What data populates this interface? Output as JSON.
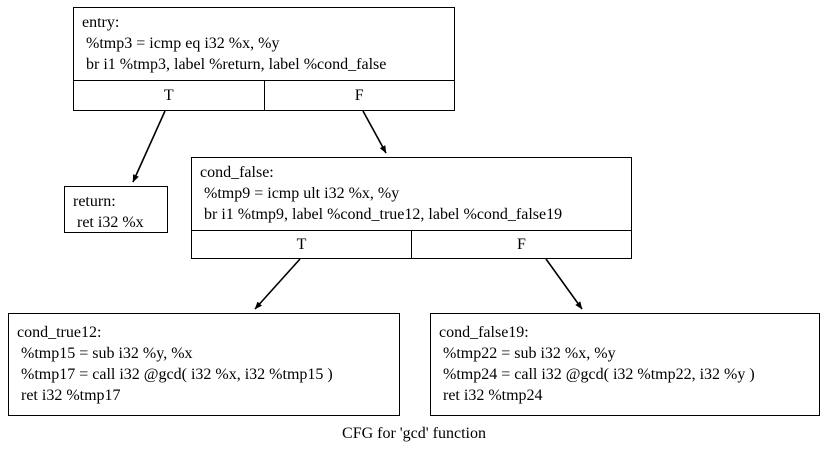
{
  "caption": "CFG for 'gcd' function",
  "nodes": {
    "entry": {
      "label": "entry",
      "lines": [
        "entry:",
        " %tmp3 = icmp eq i32 %x, %y",
        " br i1 %tmp3, label %return, label %cond_false"
      ],
      "ports": {
        "true": "T",
        "false": "F"
      }
    },
    "return": {
      "label": "return",
      "lines": [
        "return:",
        " ret i32 %x"
      ]
    },
    "cond_false": {
      "label": "cond_false",
      "lines": [
        "cond_false:",
        " %tmp9 = icmp ult i32 %x, %y",
        " br i1 %tmp9, label %cond_true12, label %cond_false19"
      ],
      "ports": {
        "true": "T",
        "false": "F"
      }
    },
    "cond_true12": {
      "label": "cond_true12",
      "lines": [
        "cond_true12:",
        " %tmp15 = sub i32 %y, %x",
        " %tmp17 = call i32 @gcd( i32 %x, i32 %tmp15 )",
        " ret i32 %tmp17"
      ]
    },
    "cond_false19": {
      "label": "cond_false19",
      "lines": [
        "cond_false19:",
        " %tmp22 = sub i32 %x, %y",
        " %tmp24 = call i32 @gcd( i32 %tmp22, i32 %y )",
        " ret i32 %tmp24"
      ]
    }
  },
  "edges": [
    {
      "from": "entry",
      "port": "T",
      "to": "return"
    },
    {
      "from": "entry",
      "port": "F",
      "to": "cond_false"
    },
    {
      "from": "cond_false",
      "port": "T",
      "to": "cond_true12"
    },
    {
      "from": "cond_false",
      "port": "F",
      "to": "cond_false19"
    }
  ],
  "colors": {
    "background": "#ffffff",
    "stroke": "#000000",
    "text": "#000000"
  }
}
